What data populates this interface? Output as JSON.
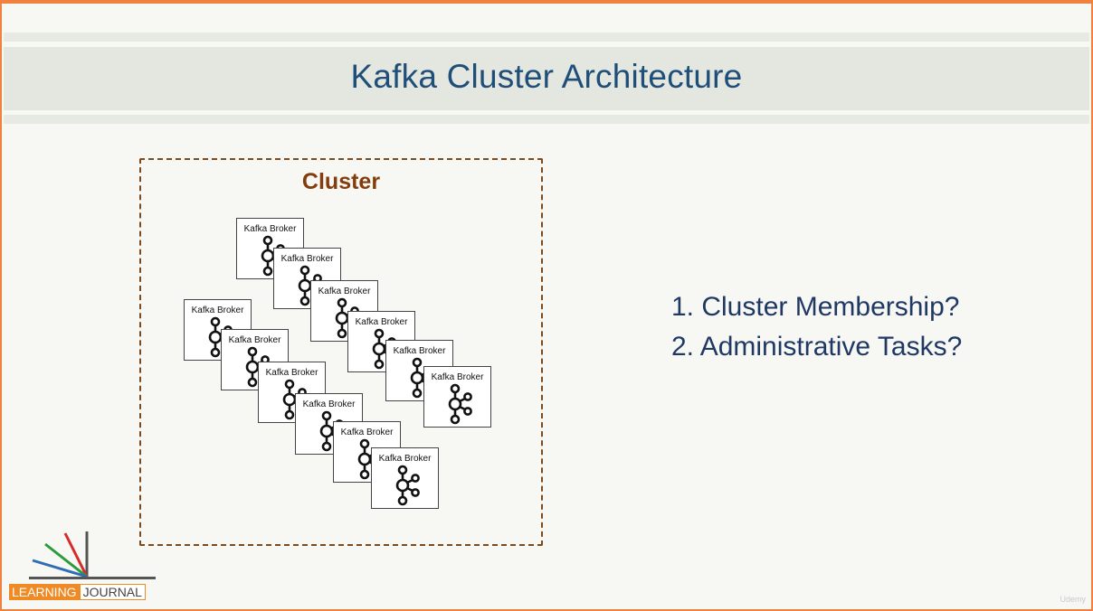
{
  "slide": {
    "title": "Kafka Cluster Architecture",
    "cluster_label": "Cluster",
    "broker_label": "Kafka Broker",
    "questions": [
      "1. Cluster Membership?",
      "2. Administrative Tasks?"
    ]
  },
  "logo": {
    "part1": "LEARNING",
    "part2": "JOURNAL"
  },
  "watermark": "Udemy",
  "colors": {
    "border": "#f0813f",
    "title": "#1f4e79",
    "cluster": "#843c0c",
    "questions": "#1f3864"
  }
}
